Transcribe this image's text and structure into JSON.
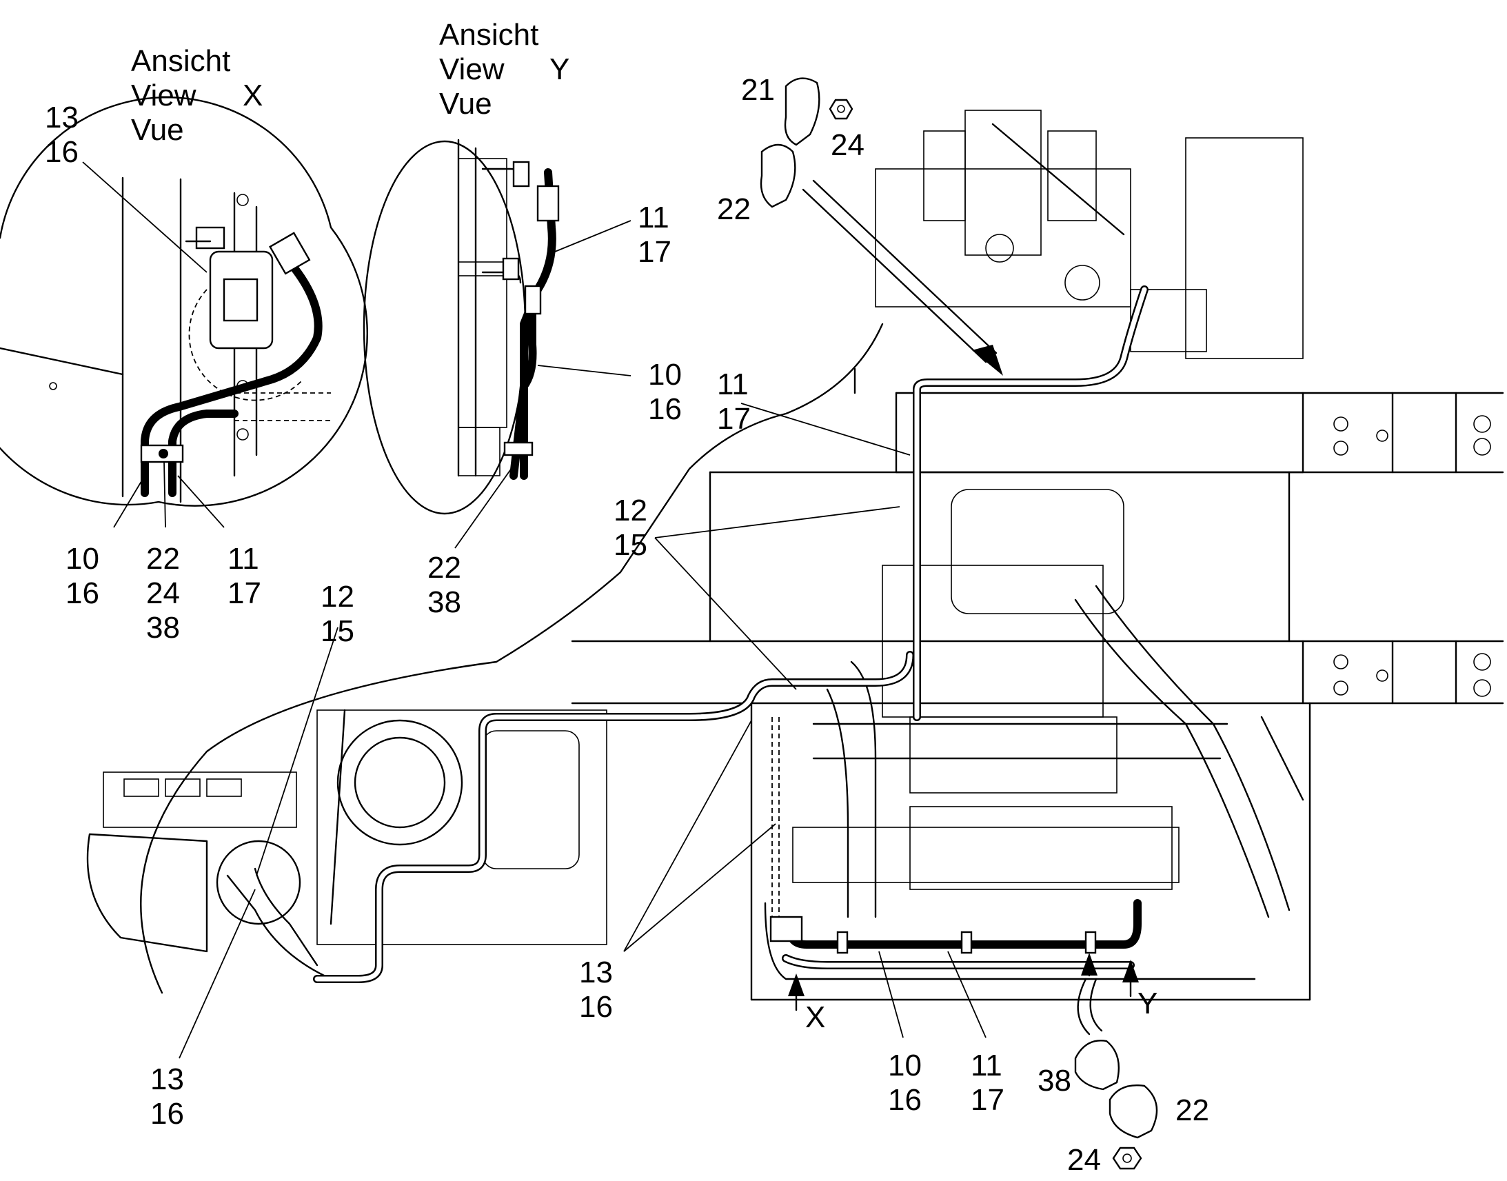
{
  "view_x": {
    "title": [
      "Ansicht",
      "View",
      "Vue"
    ],
    "letter": "X"
  },
  "view_y": {
    "title": [
      "Ansicht",
      "View",
      "Vue"
    ],
    "letter": "Y"
  },
  "arrows": {
    "x": "X",
    "y": "Y"
  },
  "callouts": {
    "c_13_16_detail": [
      "13",
      "16"
    ],
    "c_10_16_detail": [
      "10",
      "16"
    ],
    "c_22_24_38_detail": [
      "22",
      "24",
      "38"
    ],
    "c_11_17_detail": [
      "11",
      "17"
    ],
    "c_11_17_detail_y": [
      "11",
      "17"
    ],
    "c_10_16_detail_y": [
      "10",
      "16"
    ],
    "c_22_38_detail_y": [
      "22",
      "38"
    ],
    "c_21": [
      "21"
    ],
    "c_24_top": [
      "24"
    ],
    "c_22_top": [
      "22"
    ],
    "c_11_17_main": [
      "11",
      "17"
    ],
    "c_12_15_main": [
      "12",
      "15"
    ],
    "c_12_15_left": [
      "12",
      "15"
    ],
    "c_13_16_left": [
      "13",
      "16"
    ],
    "c_13_16_main": [
      "13",
      "16"
    ],
    "c_10_16_bottom": [
      "10",
      "16"
    ],
    "c_11_17_bottom": [
      "11",
      "17"
    ],
    "c_38_bottom": [
      "38"
    ],
    "c_22_bottom": [
      "22"
    ],
    "c_24_bottom": [
      "24"
    ]
  }
}
